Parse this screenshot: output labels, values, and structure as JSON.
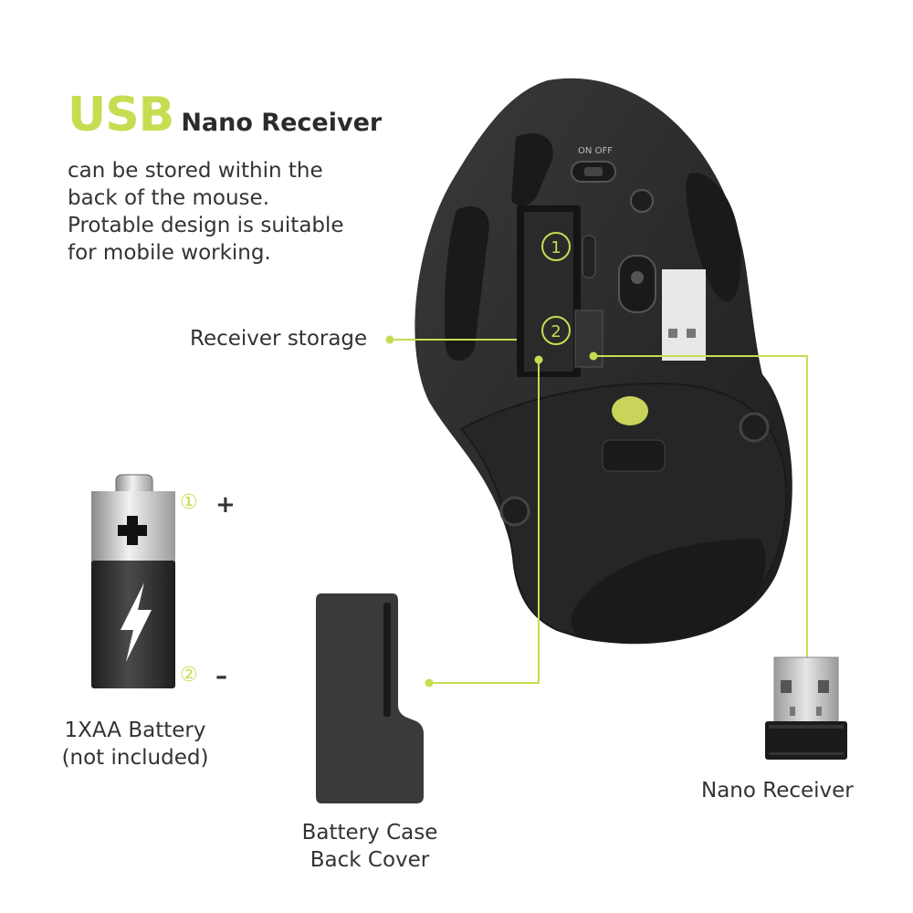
{
  "heading": {
    "usb": "USB",
    "rest": "Nano Receiver"
  },
  "description": [
    "can be stored within the",
    "back of the mouse.",
    "Protable design is suitable",
    "for mobile working."
  ],
  "labels": {
    "receiver_storage": "Receiver storage",
    "battery_line1": "1XAA Battery",
    "battery_line2": "(not included)",
    "cover_line1": "Battery Case",
    "cover_line2": "Back Cover",
    "nano_receiver": "Nano Receiver"
  },
  "battery": {
    "mark1": "①",
    "plus": "+",
    "mark2": "②",
    "minus": "–"
  },
  "mouse": {
    "switch_label": "ON  OFF",
    "slot_mark1": "1",
    "slot_mark2": "2"
  },
  "colors": {
    "accent": "#c8dc52",
    "text": "#2d2d2d",
    "mouse_body": "#2e2e2e"
  }
}
